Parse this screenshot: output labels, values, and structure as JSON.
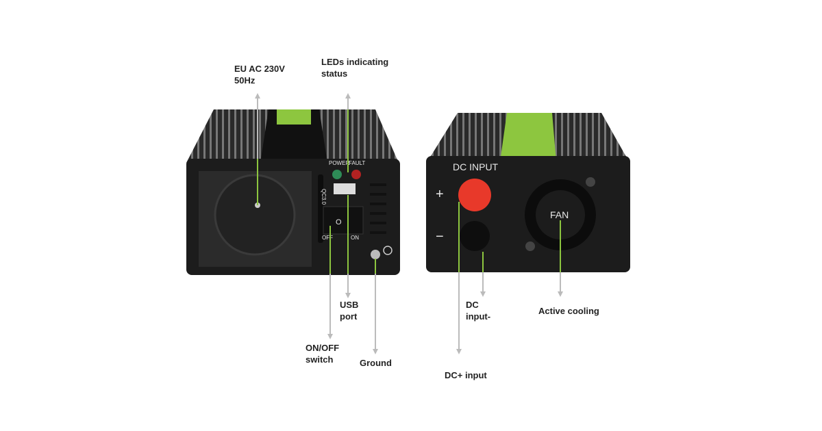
{
  "callouts": {
    "ac_outlet": {
      "line1": "EU AC 230V",
      "line2": "50Hz"
    },
    "leds": {
      "line1": "LEDs indicating",
      "line2": "status"
    },
    "usb": {
      "line1": "USB",
      "line2": "port"
    },
    "switch": {
      "line1": "ON/OFF",
      "line2": "switch"
    },
    "ground": {
      "line1": "Ground"
    },
    "dc_minus": {
      "line1": "DC",
      "line2": "input-"
    },
    "cooling": {
      "line1": "Active cooling"
    },
    "dc_plus": {
      "line1": "DC+ input"
    }
  },
  "front_panel": {
    "power": "POWER",
    "fault": "FAULT",
    "qc": "QC3.0",
    "off": "OFF",
    "on": "ON",
    "switch_o": "O"
  },
  "back_panel": {
    "dc_input": "DC INPUT",
    "plus": "+",
    "minus": "−",
    "fan": "FAN"
  },
  "colors": {
    "accent_green": "#8dc63f",
    "callout_gray": "#bbbbbb",
    "body": "#1c1c1c",
    "red_terminal": "#e8392a"
  }
}
